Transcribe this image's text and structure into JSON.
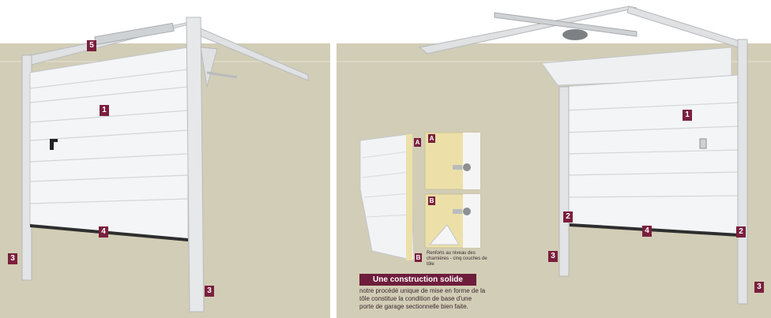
{
  "colors": {
    "background": "#d2cdb6",
    "door": "#f2f4f6",
    "frame": "#e4e6e8",
    "badge": "#7a1f3d",
    "caption_bar": "#6e1d3b",
    "foam": "#ece0a8"
  },
  "left": {
    "badges": {
      "b1": "1",
      "b3a": "3",
      "b3b": "3",
      "b4": "4",
      "b5": "5"
    }
  },
  "right": {
    "badges": {
      "b1": "1",
      "b2a": "2",
      "b2b": "2",
      "b3a": "3",
      "b3b": "3",
      "b4": "4"
    },
    "detail_labels": {
      "a1": "A",
      "a2": "A",
      "b1": "B",
      "b2": "B"
    },
    "note": "Renforts au niveau des charnières - cinq couches de tôle",
    "caption": {
      "title": "Une construction solide",
      "text": "notre procédé unique de mise en forme de la tôle constitue la condition de base d'une porte de garage sectionnelle bien faite."
    }
  }
}
